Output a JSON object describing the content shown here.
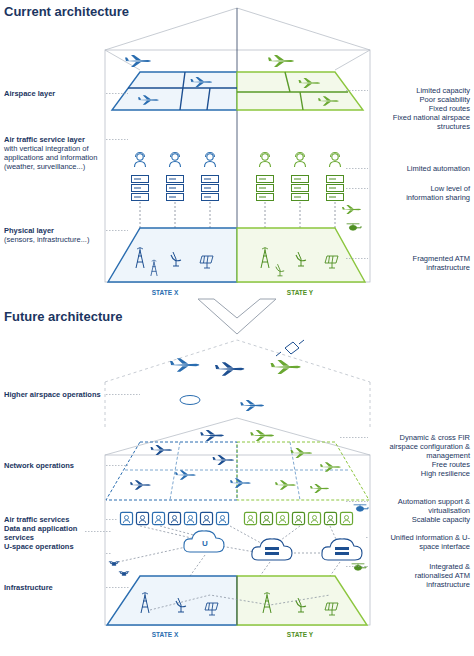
{
  "diagram": {
    "title": "Current architecture",
    "labels": [
      "Airspace layer",
      "Air traffic service layer",
      "with vertical integration of applications and information (weather, surveillance...)",
      "Physical layer",
      "(sensors, infrastructure...)",
      "Limited capacity",
      "Poor scalability",
      "Fixed routes",
      "Fixed national airspace structures",
      "Limited automation",
      "Low level of information sharing",
      "Fragmented ATM infrastructure",
      "STATE X",
      "STATE Y",
      "Future architecture",
      "Higher airspace operations",
      "Network operations",
      "Air traffic services",
      "Data and application services",
      "U-space operations",
      "Infrastructure",
      "Dynamic & cross FIR airspace configuration & management",
      "Free routes",
      "High resilience",
      "Automation support & virtualisation",
      "Scalable capacity",
      "Unified information & U-space interface",
      "Integrated & rationalised ATM infrastructure",
      "STATE X",
      "STATE Y",
      "U"
    ]
  }
}
